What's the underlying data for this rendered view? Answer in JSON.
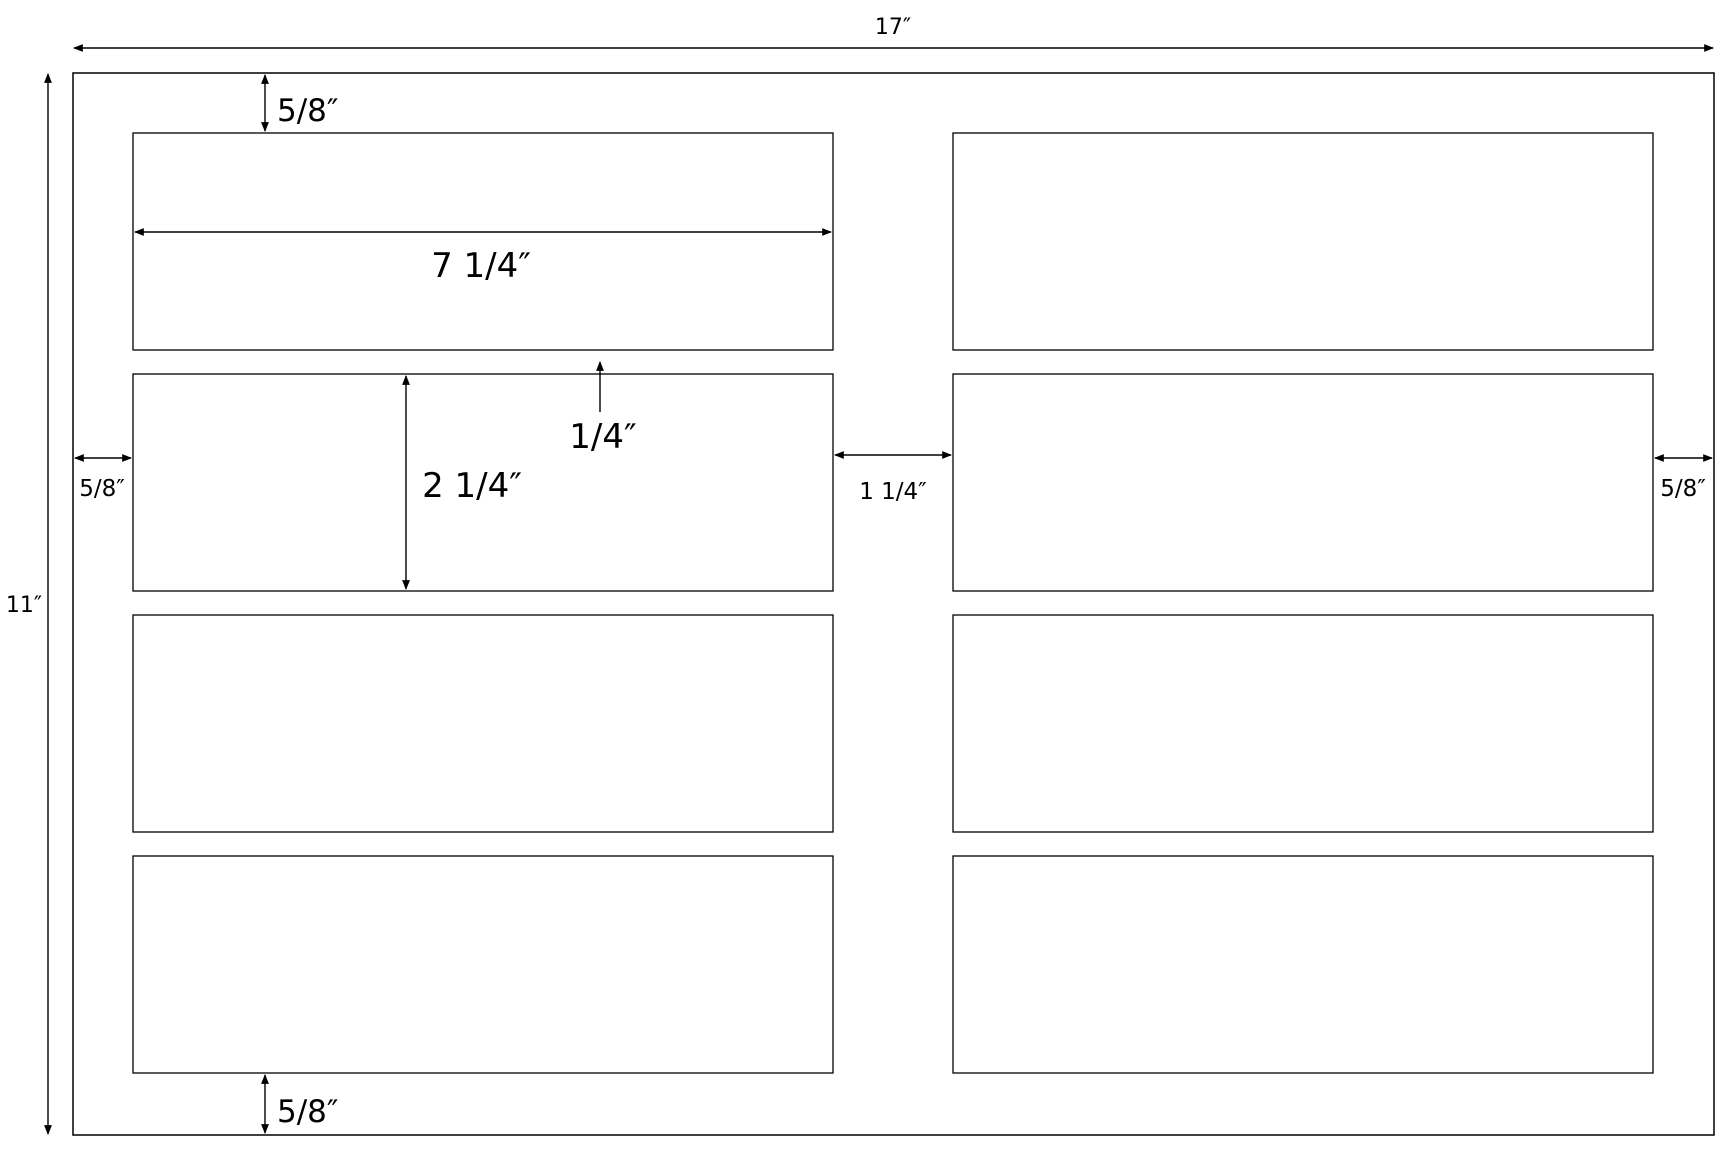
{
  "sheet": {
    "width_label": "17″",
    "height_label": "11″"
  },
  "labels_grid": {
    "rows": 4,
    "columns": 2
  },
  "dimensions": {
    "top_margin": "5/8″",
    "bottom_margin": "5/8″",
    "left_margin": "5/8″",
    "right_margin": "5/8″",
    "label_width": "7 1/4″",
    "label_height": "2 1/4″",
    "row_gap": "1/4″",
    "column_gap": "1 1/4″"
  }
}
